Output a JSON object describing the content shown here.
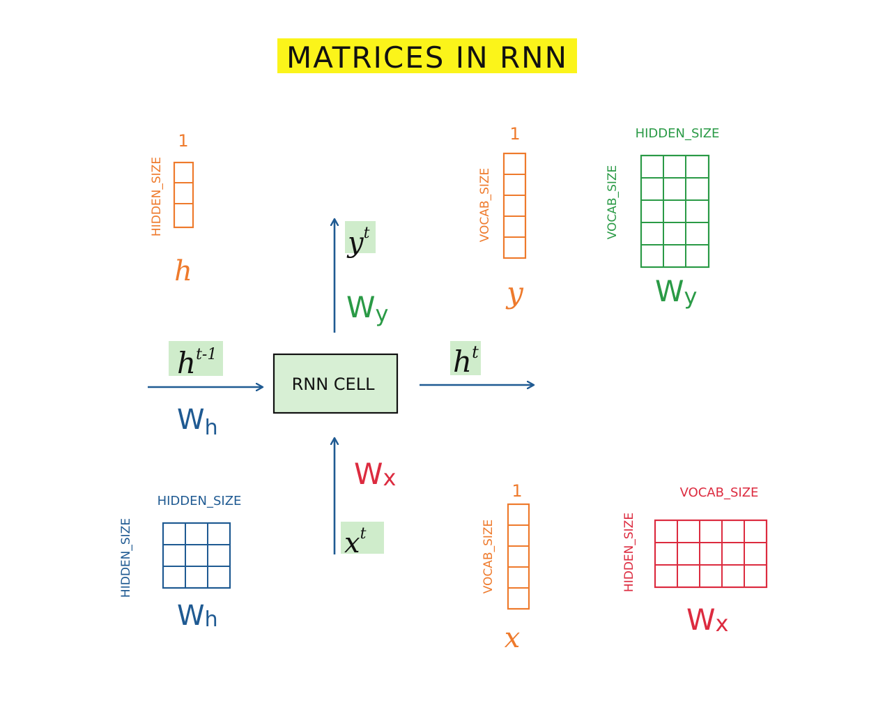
{
  "title": "MATRICES IN RNN",
  "cell_label": "RNN CELL",
  "colors": {
    "highlight_yellow": "#fbf41a",
    "highlight_green": "#cfeccb",
    "cell_fill": "#d7efd4",
    "blue": "#1f5a92",
    "orange": "#ee7a2c",
    "green": "#2a9a46",
    "red": "#dc2b3f",
    "black": "#111111"
  },
  "arrows": {
    "h_prev": {
      "main": "h",
      "sup": "t-1",
      "weight_main": "W",
      "weight_sub": "h"
    },
    "h_next": {
      "main": "h",
      "sup": "t"
    },
    "y_out": {
      "main": "y",
      "sup": "t",
      "weight_main": "W",
      "weight_sub": "y"
    },
    "x_in": {
      "main": "x",
      "sup": "t",
      "weight_main": "W",
      "weight_sub": "x"
    }
  },
  "matrices": {
    "h": {
      "name": "h",
      "rows_label": "HIDDEN_SIZE",
      "cols_label": "1"
    },
    "y": {
      "name": "y",
      "rows_label": "VOCAB_SIZE",
      "cols_label": "1"
    },
    "Wy": {
      "name_main": "W",
      "name_sub": "y",
      "rows_label": "VOCAB_SIZE",
      "cols_label": "HIDDEN_SIZE"
    },
    "Wh": {
      "name_main": "W",
      "name_sub": "h",
      "rows_label": "HIDDEN_SIZE",
      "cols_label": "HIDDEN_SIZE"
    },
    "x": {
      "name": "x",
      "rows_label": "VOCAB_SIZE",
      "cols_label": "1"
    },
    "Wx": {
      "name_main": "W",
      "name_sub": "x",
      "rows_label": "HIDDEN_SIZE",
      "cols_label": "VOCAB_SIZE"
    }
  }
}
